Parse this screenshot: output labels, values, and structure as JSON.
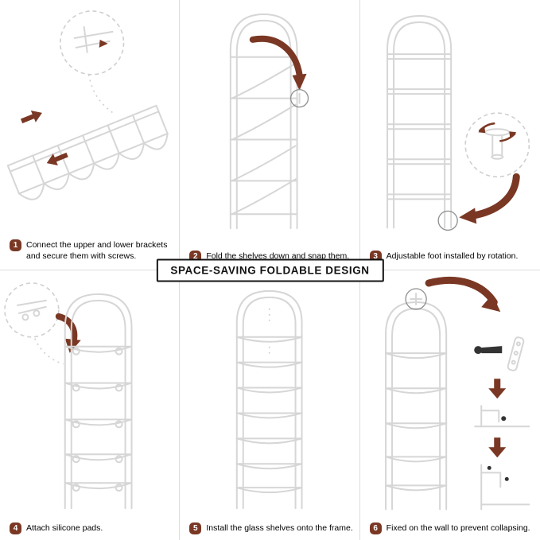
{
  "banner": {
    "label": "SPACE-SAVING FOLDABLE DESIGN"
  },
  "colors": {
    "accent": "#7a3824",
    "line_art": "#d6d6d6",
    "grid": "#dcdcdc"
  },
  "icons": {
    "arrows": "curved-arrow",
    "callouts": "dashed-magnifier-circle",
    "badge_shape": "rounded-square"
  },
  "steps": [
    {
      "number": "1",
      "text": "Connect the upper and lower brackets and secure them with screws."
    },
    {
      "number": "2",
      "text": "Fold the shelves down and snap them."
    },
    {
      "number": "3",
      "text": "Adjustable foot installed by rotation."
    },
    {
      "number": "4",
      "text": "Attach silicone pads."
    },
    {
      "number": "5",
      "text": "Install the glass shelves onto the frame."
    },
    {
      "number": "6",
      "text": "Fixed on the wall to prevent collapsing."
    }
  ]
}
